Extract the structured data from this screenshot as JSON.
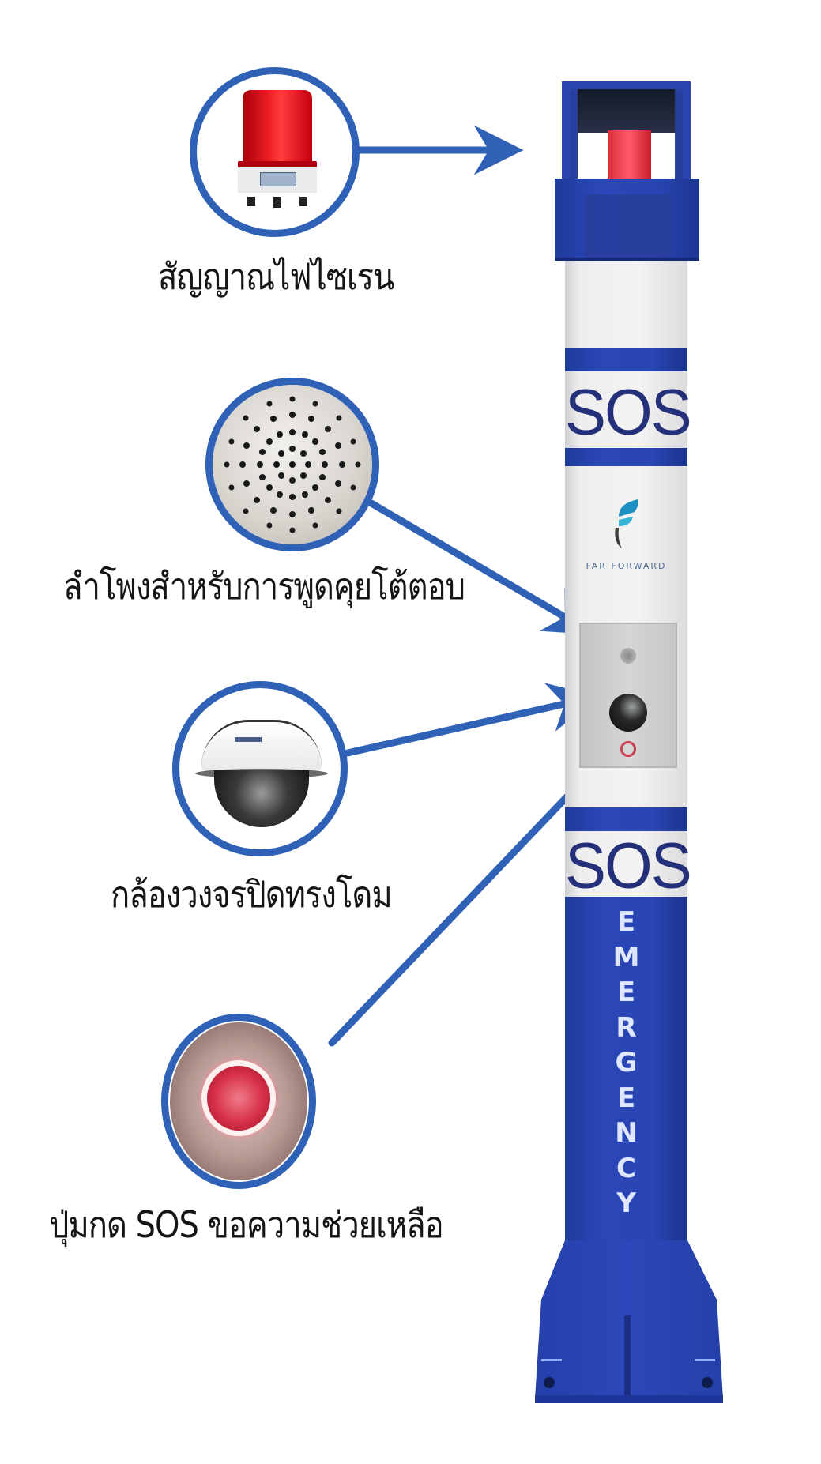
{
  "diagram": {
    "subject": "SOS emergency call pole",
    "accent_color": "#2f62b7",
    "pole_color": "#2a46b4",
    "callouts": [
      {
        "id": "siren",
        "label": "สัญญาณไฟไซเรน",
        "icon": "siren-light-icon"
      },
      {
        "id": "speaker",
        "label": "ลำโพงสำหรับการพูดคุยโต้ตอบ",
        "icon": "speaker-grille-icon"
      },
      {
        "id": "camera",
        "label": "กล้องวงจรปิดทรงโดม",
        "icon": "dome-camera-icon"
      },
      {
        "id": "sos_button",
        "label": "ปุ่มกด SOS ขอความช่วยเหลือ",
        "icon": "sos-push-button-icon"
      }
    ],
    "pole": {
      "sos_upper": "SOS",
      "sos_lower": "SOS",
      "logo_text": "FAR FORWARD",
      "vertical_text": [
        "E",
        "M",
        "E",
        "R",
        "G",
        "E",
        "N",
        "C",
        "Y"
      ]
    }
  }
}
